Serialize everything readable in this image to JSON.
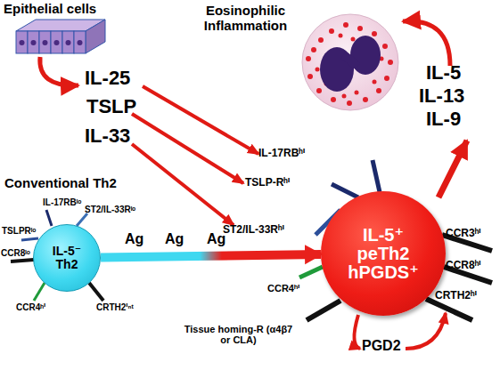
{
  "diagram": {
    "nodes": [
      {
        "text": [
          "IL-5⁻ Th2"
        ]
      },
      {
        "text": [
          "IL-5⁺ peTh2 hPGDS⁺"
        ]
      }
    ],
    "edges": [
      {
        "from": 0,
        "to": 1,
        "arrow": "to"
      }
    ],
    "labels": [
      "Epithelial cells",
      "Eosinophilic Inflammation",
      "IL-25",
      "TSLP",
      "IL-33",
      "IL-17RBʰⁱ",
      "TSLP-Rʰⁱ",
      "ST2/IL-33Rʰⁱ",
      "IL-5",
      "IL-13",
      "IL-9",
      "Conventional Th2",
      "IL-17RBˡᵒ",
      "ST2/IL-33Rˡᵒ",
      "TSLPRˡᵒ",
      "CCR8ˡᵒ",
      "CCR4ʰⁱ",
      "CRTH2ⁱⁿᵗ",
      "Ag",
      "Ag",
      "Ag",
      "CCR4ʰⁱ",
      "Tissue homing-R (α4β7 or CLA)",
      "CCR3ʰⁱ",
      "CCR8ʰⁱ",
      "CRTH2ʰⁱ",
      "PGD2"
    ]
  }
}
